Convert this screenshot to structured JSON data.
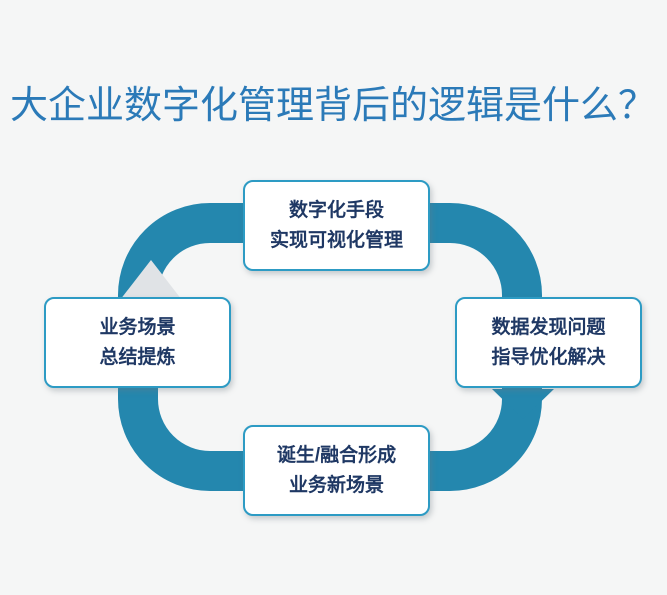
{
  "slide": {
    "background": "#f5f6f6",
    "title": {
      "text": "大企业数字化管理背后的逻辑是什么？",
      "color": "#2b7ab8"
    },
    "diagram": {
      "type": "cycle",
      "ring_color": "#2487ae",
      "node_border_color": "#2d9bc4",
      "node_text_color": "#1f3864",
      "arrow_up_color": "#e0e3e6",
      "arrow_down_color": "#2487ae",
      "nodes": {
        "top": {
          "line1": "数字化手段",
          "line2": "实现可视化管理"
        },
        "right": {
          "line1": "数据发现问题",
          "line2": "指导优化解决"
        },
        "bottom": {
          "line1": "诞生/融合形成",
          "line2": "业务新场景"
        },
        "left": {
          "line1": "业务场景",
          "line2": "总结提炼"
        }
      }
    }
  }
}
